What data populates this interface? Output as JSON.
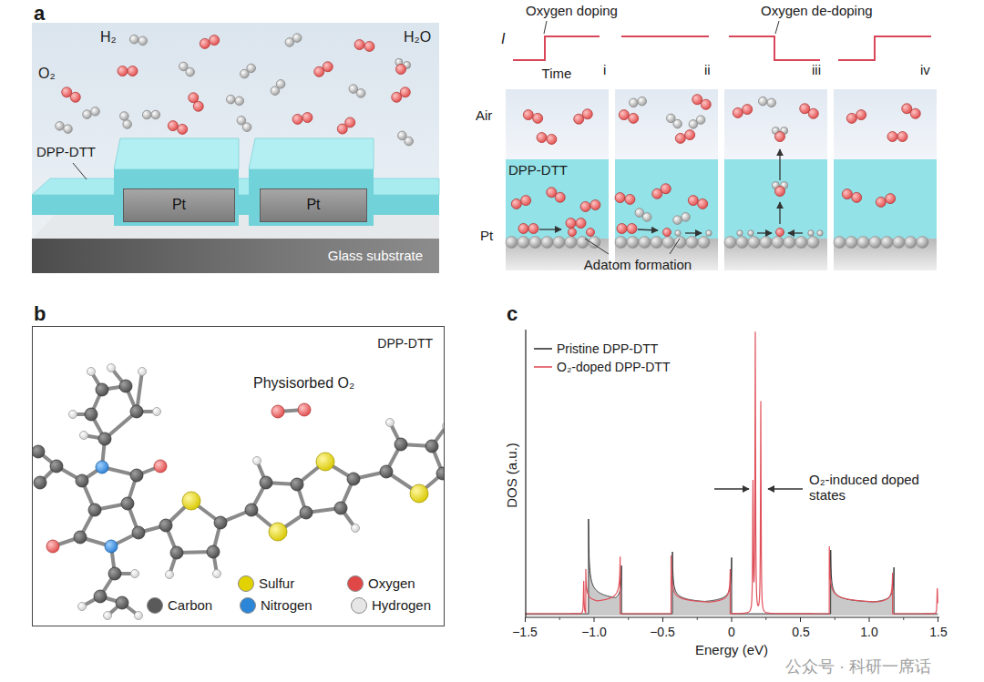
{
  "diagram": {
    "nodes": [
      {
        "text": [
          "Pt"
        ]
      },
      {
        "text": [
          "Pt"
        ]
      },
      {
        "text": [
          "Glass substrate"
        ]
      },
      {
        "text": [
          "DPP-DTT"
        ]
      }
    ],
    "labels": [
      "a",
      "H₂",
      "O₂",
      "H₂O",
      "DPP-DTT",
      "Oxygen doping",
      "Oxygen de-doping",
      "I",
      "i",
      "Time",
      "ii",
      "iii",
      "iv",
      "Air",
      "DPP-DTT",
      "Pt",
      "Adatom formation",
      "b",
      "c",
      "Physisorbed O₂",
      "DOS (a.u.)",
      "O₂-induced doped states",
      "−1.5",
      "−1.0",
      "−0.5",
      "0",
      "0.5",
      "1.0",
      "1.5",
      "Energy (eV)",
      "公众号 · 科研一席话"
    ],
    "legend": [
      {
        "text": "Sulfur",
        "color": "#e2d300"
      },
      {
        "text": "Oxygen",
        "color": "#e04848"
      },
      {
        "text": "Carbon",
        "color": "#5a5a5a"
      },
      {
        "text": "Nitrogen",
        "color": "#2c86d8"
      },
      {
        "text": "Hydrogen",
        "color": "#e6e6e6"
      },
      {
        "text": "Pristine DPP-DTT"
      },
      {
        "text": "O₂-doped DPP-DTT"
      }
    ]
  }
}
